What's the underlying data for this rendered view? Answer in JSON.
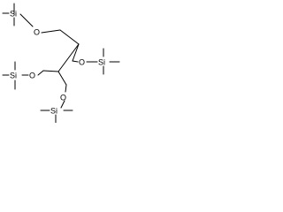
{
  "structure": {
    "labels": {
      "si_top": "Si",
      "o_top": "O",
      "o_right": "O",
      "si_right": "Si",
      "si_left": "Si",
      "o_left": "O",
      "o_bottom": "O",
      "si_bottom": "Si"
    },
    "colors": {
      "bond": "#000000",
      "text": "#000000",
      "background": "#ffffff"
    }
  }
}
